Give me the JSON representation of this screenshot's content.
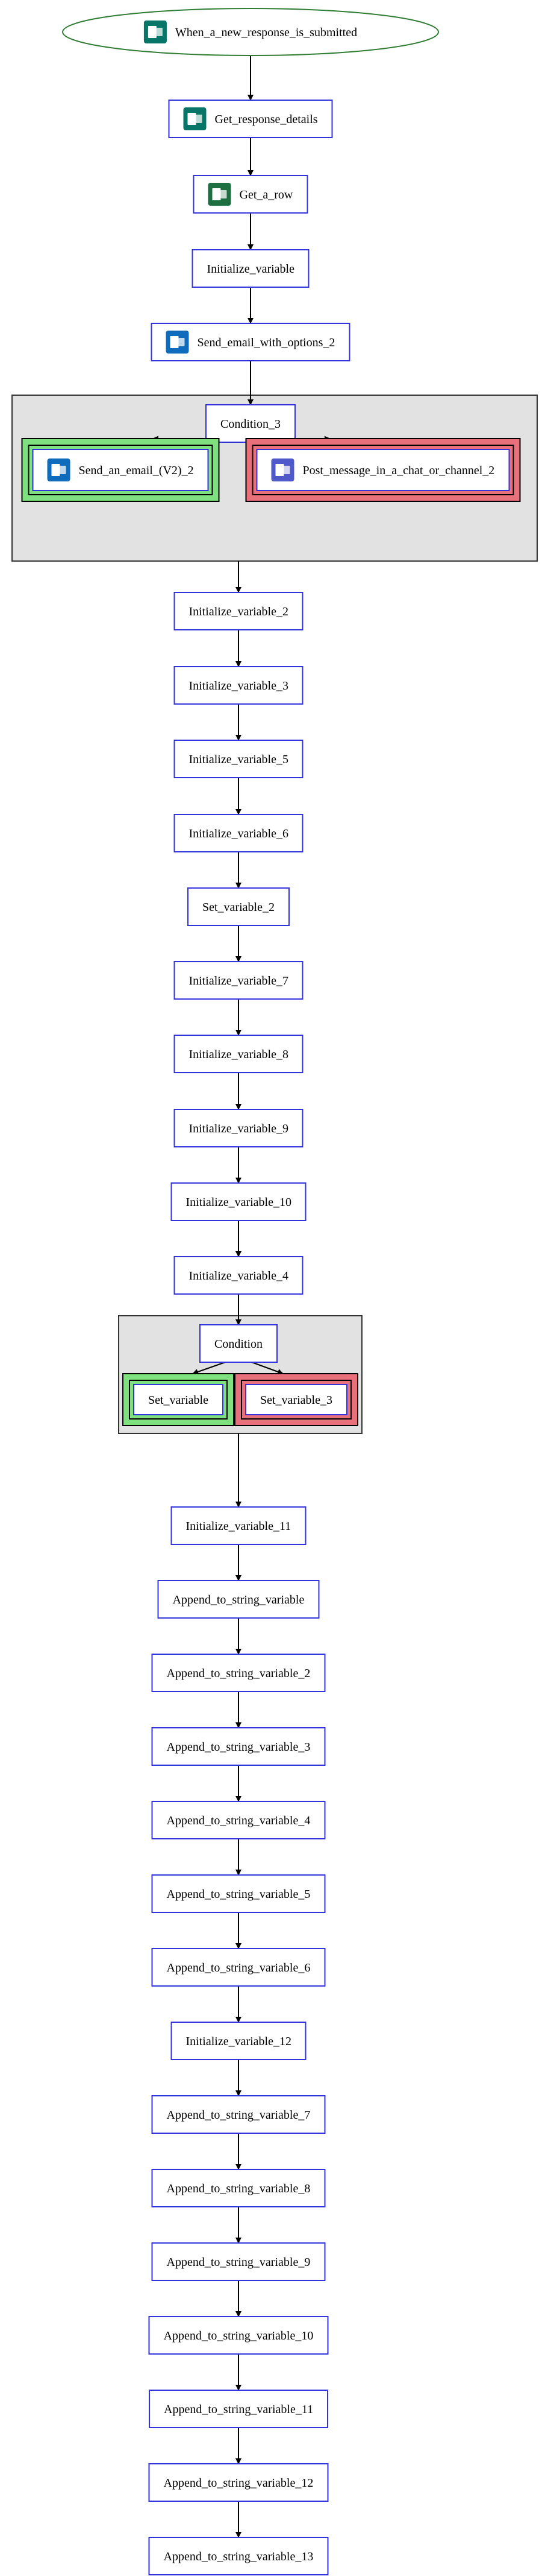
{
  "trigger": {
    "label": "When_a_new_response_is_submitted",
    "icon": "forms-icon"
  },
  "steps_top": [
    {
      "label": "Get_response_details",
      "icon": "forms-icon"
    },
    {
      "label": "Get_a_row",
      "icon": "excel-icon"
    },
    {
      "label": "Initialize_variable",
      "icon": ""
    },
    {
      "label": "Send_email_with_options_2",
      "icon": "outlook-icon"
    }
  ],
  "condition_a": {
    "label": "Condition_3",
    "yes_branch": {
      "label": "Send_an_email_(V2)_2",
      "icon": "outlook-icon"
    },
    "no_branch": {
      "label": "Post_message_in_a_chat_or_channel_2",
      "icon": "teams-icon"
    }
  },
  "steps_middle": [
    "Initialize_variable_2",
    "Initialize_variable_3",
    "Initialize_variable_5",
    "Initialize_variable_6",
    "Set_variable_2",
    "Initialize_variable_7",
    "Initialize_variable_8",
    "Initialize_variable_9",
    "Initialize_variable_10",
    "Initialize_variable_4"
  ],
  "condition_b": {
    "label": "Condition",
    "yes_branch": {
      "label": "Set_variable"
    },
    "no_branch": {
      "label": "Set_variable_3"
    }
  },
  "steps_bottom": [
    "Initialize_variable_11",
    "Append_to_string_variable",
    "Append_to_string_variable_2",
    "Append_to_string_variable_3",
    "Append_to_string_variable_4",
    "Append_to_string_variable_5",
    "Append_to_string_variable_6",
    "Initialize_variable_12",
    "Append_to_string_variable_7",
    "Append_to_string_variable_8",
    "Append_to_string_variable_9",
    "Append_to_string_variable_10",
    "Append_to_string_variable_11",
    "Append_to_string_variable_12",
    "Append_to_string_variable_13"
  ],
  "colors": {
    "node_border": "#3333dd",
    "trigger_border": "#2e7d32",
    "edge": "#000000",
    "scope_fill": "#e2e2e2",
    "scope_border": "#333333",
    "yes_fill": "#7fe07f",
    "no_fill": "#e8707a",
    "forms_icon": "#077568",
    "excel_icon": "#1d6f42",
    "outlook_icon": "#0f6cbd",
    "teams_icon": "#5059c9"
  }
}
